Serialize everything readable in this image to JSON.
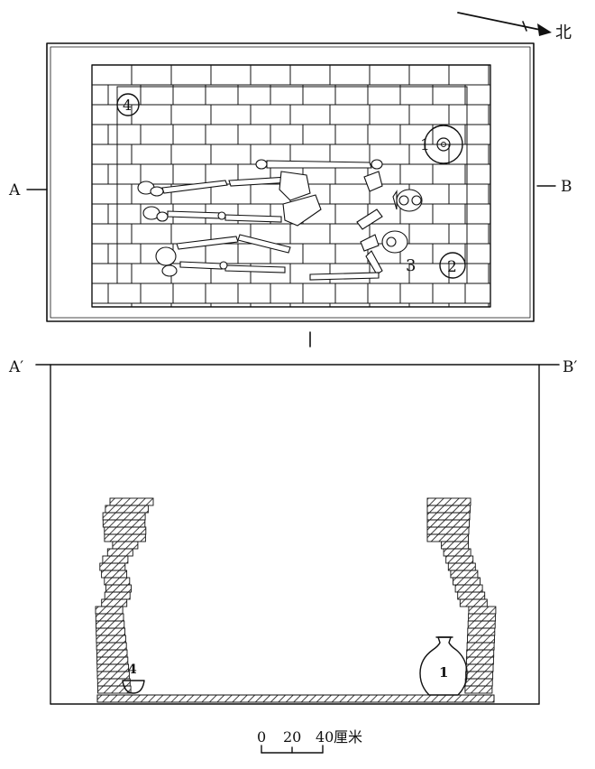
{
  "north_arrow": {
    "label": "北"
  },
  "section_labels": {
    "a": "A",
    "b": "B",
    "a_prime": "A′",
    "b_prime": "B′"
  },
  "finds": [
    {
      "id": "1",
      "label": "1",
      "kind": "pottery jar (plate / on plan)"
    },
    {
      "id": "2",
      "label": "2",
      "kind": "circled object"
    },
    {
      "id": "3",
      "label": "3",
      "kind": "object near skull"
    },
    {
      "id": "4",
      "label": "4",
      "kind": "small bowl"
    }
  ],
  "section_finds": [
    {
      "id": "1",
      "label": "1"
    },
    {
      "id": "4",
      "label": "4"
    }
  ],
  "scale_bar": {
    "ticks": [
      "0",
      "20",
      "40"
    ],
    "unit": "厘米"
  },
  "colors": {
    "ink": "#111111",
    "paper": "#ffffff"
  }
}
